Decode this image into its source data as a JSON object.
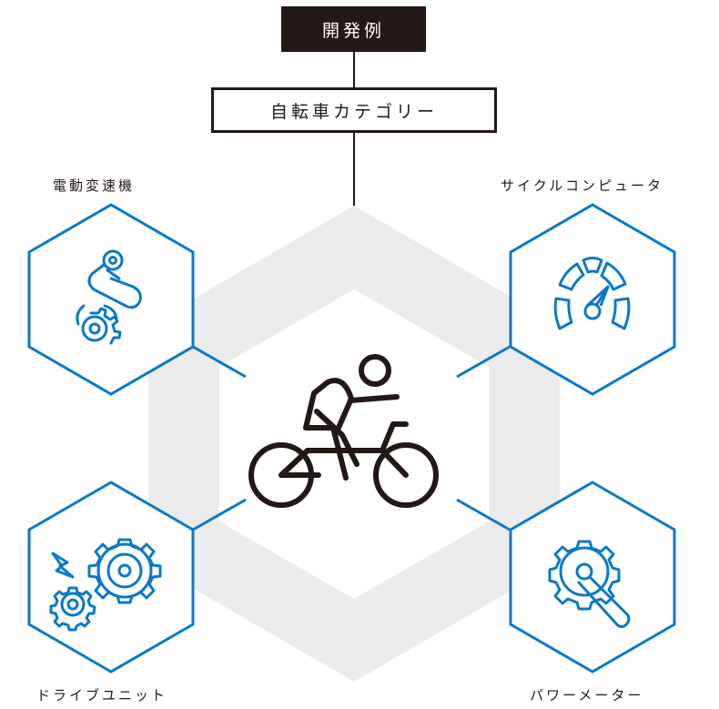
{
  "title": "開発例",
  "category": "自転車カテゴリー",
  "center": {
    "icon": "cyclist-icon"
  },
  "nodes": [
    {
      "id": "tl",
      "label": "電動変速機",
      "icon": "rear-derailleur-icon"
    },
    {
      "id": "tr",
      "label": "サイクルコンピュータ",
      "icon": "speedometer-icon"
    },
    {
      "id": "bl",
      "label": "ドライブユニット",
      "icon": "electric-gears-icon"
    },
    {
      "id": "br",
      "label": "パワーメーター",
      "icon": "crank-power-meter-icon"
    }
  ],
  "colors": {
    "accent": "#0a79c8",
    "dark": "#231815",
    "hex_bg": "#ececec"
  }
}
